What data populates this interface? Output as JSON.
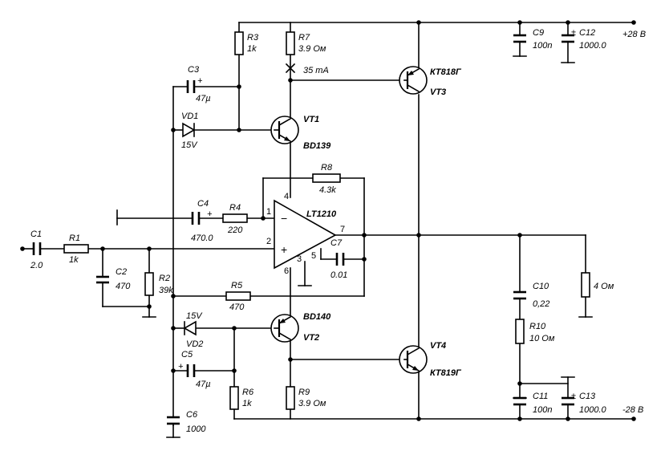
{
  "components": {
    "C1": {
      "ref": "C1",
      "value": "2.0"
    },
    "R1": {
      "ref": "R1",
      "value": "1k"
    },
    "C2": {
      "ref": "C2",
      "value": "470"
    },
    "R2": {
      "ref": "R2",
      "value": "39k"
    },
    "C3": {
      "ref": "C3",
      "value": "47µ",
      "polarity": "+"
    },
    "VD1": {
      "ref": "VD1",
      "value": "15V"
    },
    "R3": {
      "ref": "R3",
      "value": "1k"
    },
    "R7": {
      "ref": "R7",
      "value": "3.9 Ом"
    },
    "current_note": "35 mA",
    "VT1": {
      "ref": "VT1",
      "part": "BD139"
    },
    "VT3": {
      "ref": "VT3",
      "part": "КТ818Г"
    },
    "C4": {
      "ref": "C4",
      "value": "470.0",
      "polarity": "+"
    },
    "R4": {
      "ref": "R4",
      "value": "220"
    },
    "R8": {
      "ref": "R8",
      "value": "4.3k"
    },
    "U1": {
      "part": "LT1210",
      "inv": "−",
      "noninv": "+",
      "pins": {
        "p1": "1",
        "p2": "2",
        "p3": "3",
        "p4": "4",
        "p5": "5",
        "p6": "6",
        "p7": "7"
      }
    },
    "C7": {
      "ref": "C7",
      "value": "0.01"
    },
    "R5": {
      "ref": "R5",
      "value": "470"
    },
    "VD2": {
      "ref": "VD2",
      "value": "15V"
    },
    "C5": {
      "ref": "C5",
      "value": "47µ",
      "polarity": "+"
    },
    "C6": {
      "ref": "C6",
      "value": "1000"
    },
    "R6": {
      "ref": "R6",
      "value": "1k"
    },
    "R9": {
      "ref": "R9",
      "value": "3.9 Ом"
    },
    "VT2": {
      "ref": "VT2",
      "part": "BD140"
    },
    "VT4": {
      "ref": "VT4",
      "part": "КТ819Г"
    },
    "C9": {
      "ref": "C9",
      "value": "100n"
    },
    "C12": {
      "ref": "C12",
      "value": "1000.0",
      "polarity": "±"
    },
    "C10": {
      "ref": "C10",
      "value": "0,22"
    },
    "R10": {
      "ref": "R10",
      "value": "10 Ом"
    },
    "C11": {
      "ref": "C11",
      "value": "100n"
    },
    "C13": {
      "ref": "C13",
      "value": "1000.0",
      "polarity": "±"
    },
    "load": {
      "value": "4 Ом"
    }
  },
  "rails": {
    "positive": "+28 В",
    "negative": "-28 В"
  }
}
